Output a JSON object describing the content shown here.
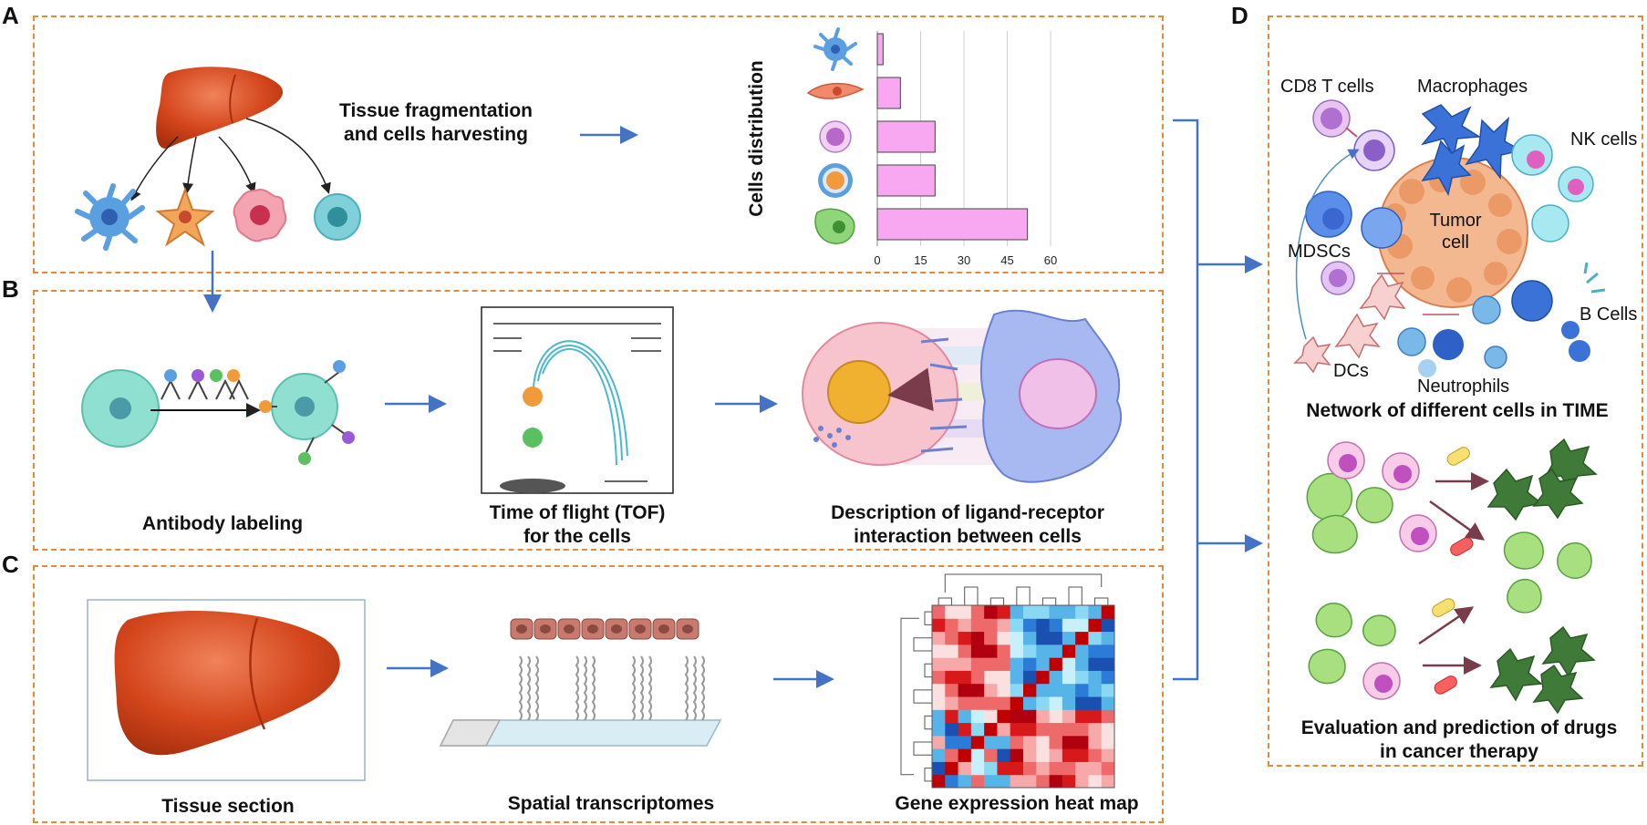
{
  "panels": {
    "a": {
      "letter": "A",
      "step_caption": "Tissue fragmentation and cells harvesting",
      "chart_axis_label": "Cells distribution"
    },
    "b": {
      "letter": "B",
      "caption_1": "Antibody labeling",
      "caption_2": "Time of flight (TOF) for the cells",
      "caption_3": "Description of ligand-receptor interaction between cells"
    },
    "c": {
      "letter": "C",
      "caption_1": "Tissue section",
      "caption_2": "Spatial transcriptomes",
      "caption_3": "Gene expression heat map"
    },
    "d": {
      "letter": "D",
      "labels": {
        "cd8": "CD8 T cells",
        "macrophages": "Macrophages",
        "nk": "NK cells",
        "tumor": "Tumor cell",
        "mdscs": "MDSCs",
        "bcells": "B Cells",
        "dcs": "DCs",
        "neutrophils": "Neutrophils"
      },
      "caption_1": "Network of different cells in TIME",
      "caption_2": "Evaluation and prediction of drugs in cancer therapy"
    }
  },
  "colors": {
    "panel_border": "#e58a3a",
    "arrow": "#4472c4",
    "bar_fill": "#f7a8f0",
    "liver": "#d4461c",
    "heat_red": "#d7191c",
    "heat_blue": "#2c7bd6"
  },
  "chart_data": {
    "type": "bar",
    "orientation": "horizontal",
    "categories": [
      "dendritic cell",
      "fibroblast",
      "lymphocyte",
      "monocyte",
      "epithelial cell"
    ],
    "values": [
      2,
      8,
      20,
      20,
      52
    ],
    "xlim": [
      0,
      60
    ],
    "xticks": [
      0,
      15,
      30,
      45,
      60
    ],
    "ylabel": "Cells distribution",
    "grid": true
  }
}
